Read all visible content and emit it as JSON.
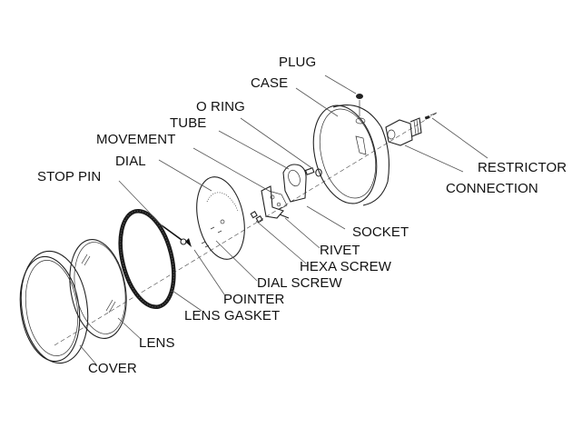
{
  "diagram": {
    "title": "Pressure gauge exploded view",
    "colors": {
      "line": "#222222",
      "leader": "#555555",
      "text": "#111111",
      "background": "#ffffff"
    },
    "labels": {
      "plug": "PLUG",
      "case": "CASE",
      "o_ring": "O RING",
      "tube": "TUBE",
      "movement": "MOVEMENT",
      "dial": "DIAL",
      "stop_pin": "STOP PIN",
      "restrictor": "RESTRICTOR",
      "connection": "CONNECTION",
      "socket": "SOCKET",
      "rivet": "RIVET",
      "hexa_screw": "HEXA SCREW",
      "dial_screw": "DIAL SCREW",
      "pointer": "POINTER",
      "lens_gasket": "LENS GASKET",
      "lens": "LENS",
      "cover": "COVER"
    }
  }
}
